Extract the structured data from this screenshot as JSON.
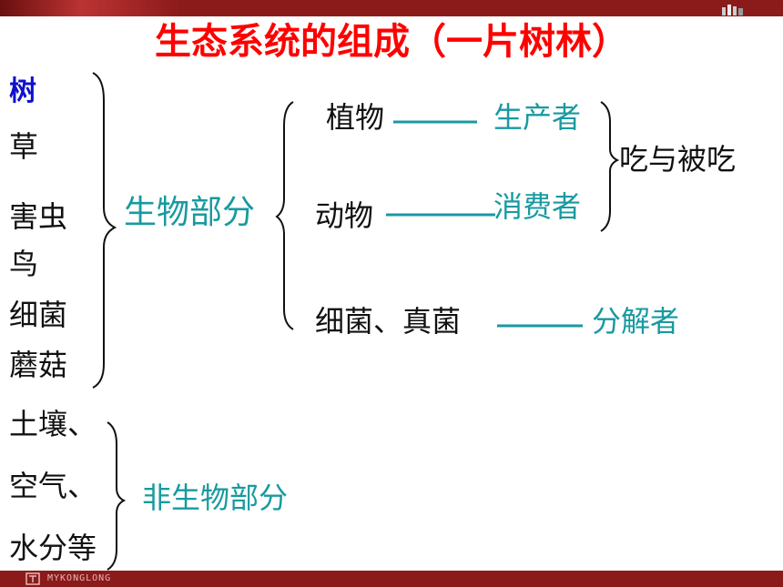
{
  "title": "生态系统的组成（一片树林）",
  "organisms": [
    "树",
    "草",
    "害虫",
    "鸟",
    "细菌",
    "蘑菇"
  ],
  "nonliving": [
    "土壤、",
    "空气、",
    "水分等"
  ],
  "biotic_label": "生物部分",
  "abiotic_label": "非生物部分",
  "groups": [
    {
      "name": "植物",
      "role": "生产者"
    },
    {
      "name": "动物",
      "role": "消费者"
    },
    {
      "name": "细菌、真菌",
      "role": "分解者"
    }
  ],
  "relation": "吃与被吃",
  "footer_brand": "MYKONGLONG"
}
